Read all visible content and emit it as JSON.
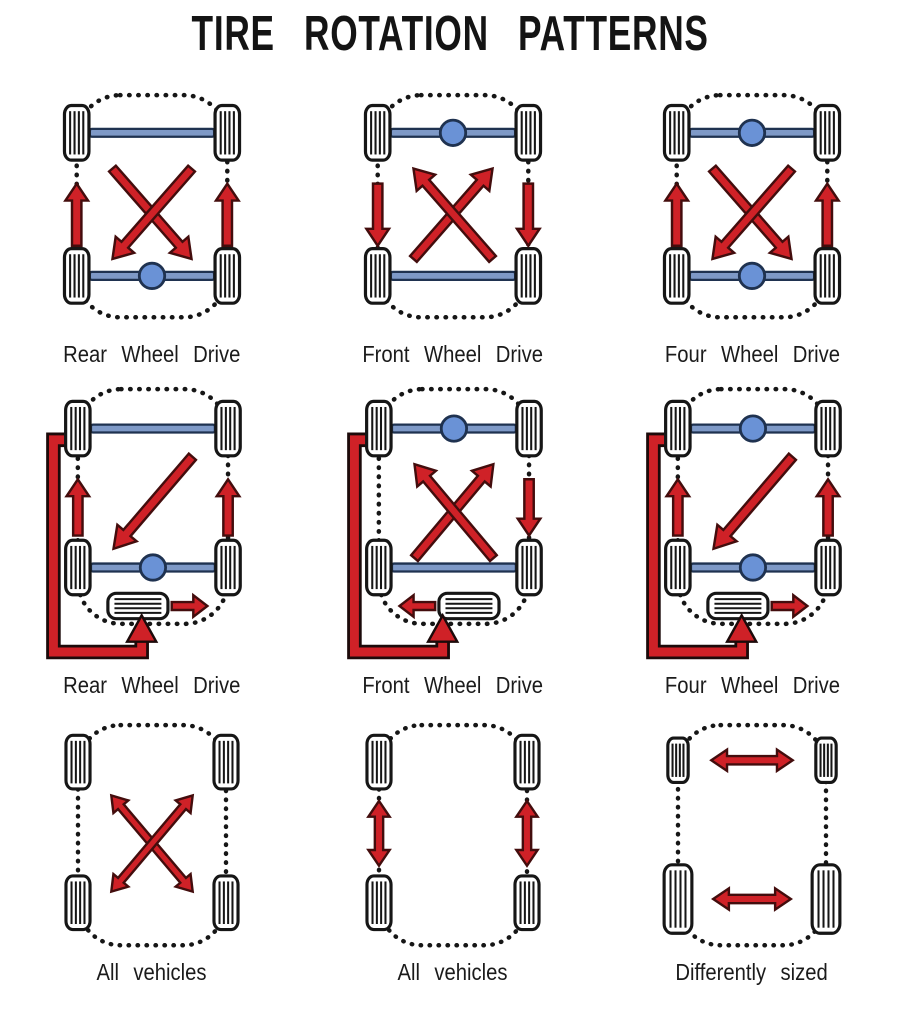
{
  "title": "TIRE ROTATION PATTERNS",
  "colors": {
    "background": "#ffffff",
    "arrow_red": "#cf2127",
    "arrow_outline": "#430d0d",
    "loop_outline": "#1c0a0a",
    "axle_blue": "#7e99c7",
    "diff_blue": "#6a92d6",
    "axle_outline": "#1f3250",
    "line_black": "#161616",
    "text": "#1b1b1b"
  },
  "diagrams": [
    {
      "label": "Rear Wheel Drive",
      "front_axle": "plain",
      "rear_axle": "differential",
      "spare": false,
      "tires": "equal",
      "arrows": [
        "cross-down",
        "side-up-left",
        "side-up-right"
      ]
    },
    {
      "label": "Front Wheel Drive",
      "front_axle": "differential",
      "rear_axle": "plain",
      "spare": false,
      "tires": "equal",
      "arrows": [
        "cross-up",
        "side-down-left",
        "side-down-right"
      ]
    },
    {
      "label": "Four Wheel Drive",
      "front_axle": "differential",
      "rear_axle": "differential",
      "spare": false,
      "tires": "equal",
      "arrows": [
        "cross-down",
        "side-up-left",
        "side-up-right"
      ]
    },
    {
      "label": "Rear Wheel Drive",
      "front_axle": "plain",
      "rear_axle": "differential",
      "spare": true,
      "tires": "equal",
      "arrows": [
        "diagonal-frontright-to-rearleft",
        "side-up-left",
        "side-up-right",
        "spare-to-right",
        "loop-frontleft-to-spare"
      ]
    },
    {
      "label": "Front Wheel Drive",
      "front_axle": "differential",
      "rear_axle": "plain",
      "spare": true,
      "tires": "equal",
      "arrows": [
        "cross-up",
        "side-down-right",
        "spare-to-left",
        "loop-frontleft-to-spare"
      ]
    },
    {
      "label": "Four Wheel Drive",
      "front_axle": "differential",
      "rear_axle": "differential",
      "spare": true,
      "tires": "equal",
      "arrows": [
        "diagonal-frontright-to-rearleft",
        "side-up-left",
        "side-up-right",
        "spare-to-right",
        "loop-frontleft-to-spare"
      ]
    },
    {
      "label": "All vehicles",
      "front_axle": "none",
      "rear_axle": "none",
      "spare": false,
      "tires": "equal",
      "arrows": [
        "cross-double"
      ]
    },
    {
      "label": "All vehicles",
      "front_axle": "none",
      "rear_axle": "none",
      "spare": false,
      "tires": "equal",
      "arrows": [
        "side-double-left",
        "side-double-right"
      ]
    },
    {
      "label": "Differently sized",
      "front_axle": "none",
      "rear_axle": "none",
      "spare": false,
      "tires": "staggered",
      "arrows": [
        "horizontal-double-front",
        "horizontal-double-rear"
      ]
    }
  ]
}
